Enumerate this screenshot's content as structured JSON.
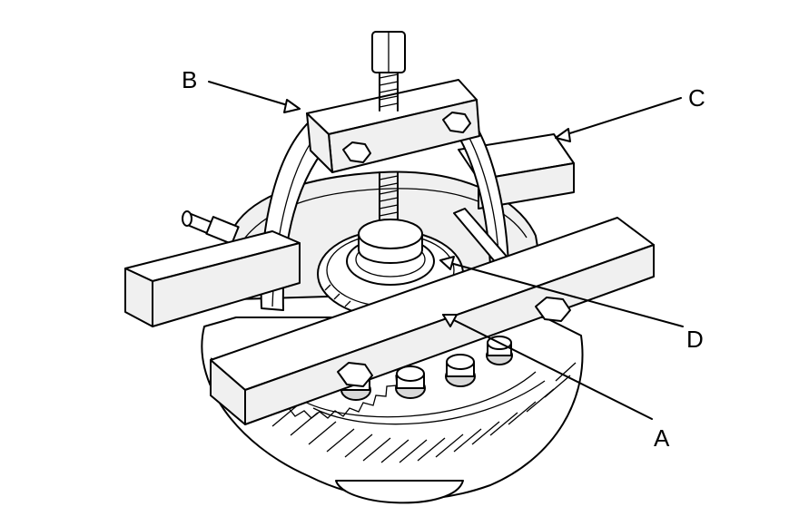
{
  "labels": {
    "a": "A",
    "b": "B",
    "c": "C",
    "d": "D"
  },
  "icons": {
    "assembly": "gear-puller-assembly-icon"
  }
}
